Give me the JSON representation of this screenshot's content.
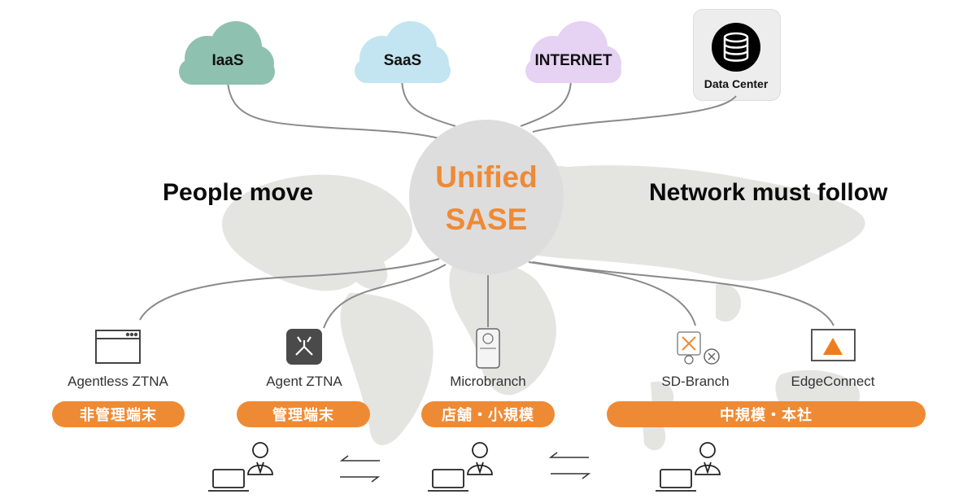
{
  "clouds": {
    "iaas": "IaaS",
    "saas": "SaaS",
    "internet": "INTERNET",
    "data_center": "Data Center"
  },
  "center": {
    "line1": "Unified",
    "line2": "SASE"
  },
  "headlines": {
    "left": "People move",
    "right": "Network must follow"
  },
  "devices": [
    {
      "label": "Agentless ZTNA",
      "icon": "browser-window-icon"
    },
    {
      "label": "Agent ZTNA",
      "icon": "agent-app-icon"
    },
    {
      "label": "Microbranch",
      "icon": "access-point-icon"
    },
    {
      "label": "SD-Branch",
      "icon": "sd-branch-icon"
    },
    {
      "label": "EdgeConnect",
      "icon": "edgeconnect-icon"
    }
  ],
  "pills": [
    {
      "label": "非管理端末"
    },
    {
      "label": "管理端末"
    },
    {
      "label": "店舗・小規模"
    },
    {
      "label": "中規模・本社"
    }
  ],
  "colors": {
    "accent": "#ef8a34",
    "iaas_cloud": "#8fc1b0",
    "saas_cloud": "#c3e4f1",
    "internet_cloud": "#e6d2f3",
    "map": "#e4e5e0",
    "center_circle": "#dddddd"
  }
}
